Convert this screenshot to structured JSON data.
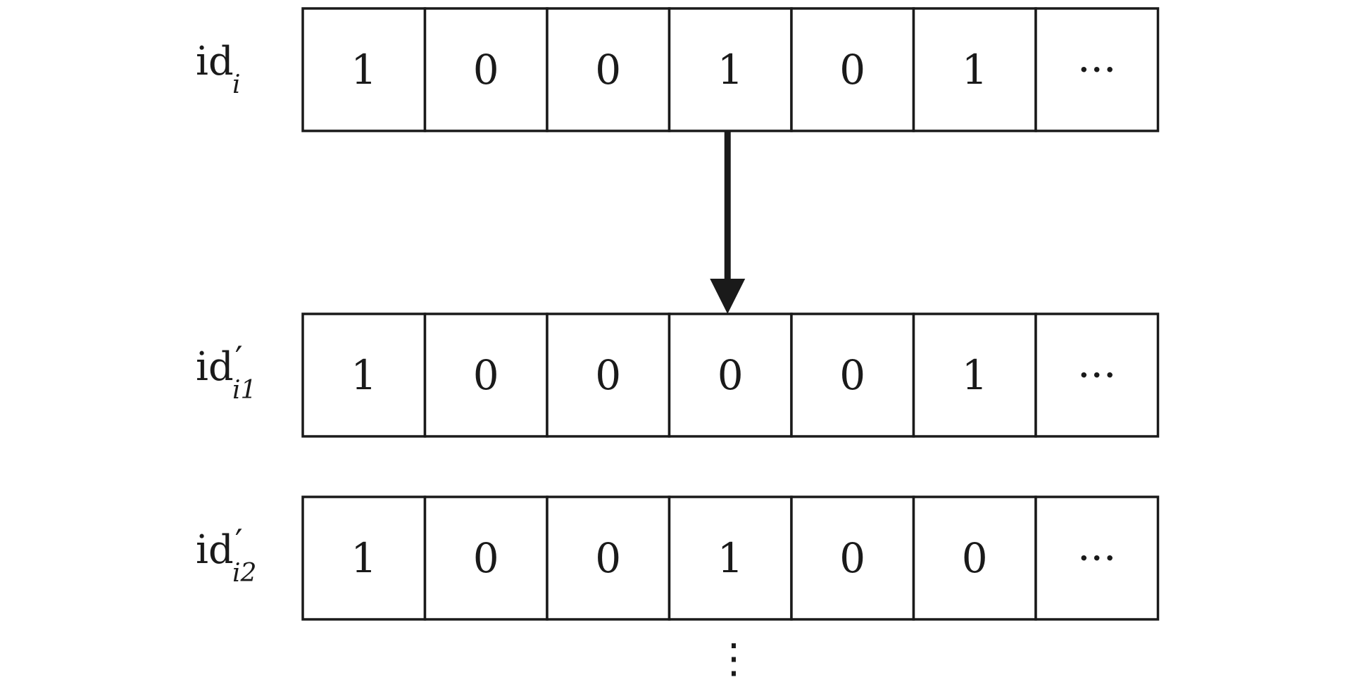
{
  "rows": [
    {
      "label": {
        "main": "id",
        "prime": "",
        "sub": "i"
      },
      "cells": [
        "1",
        "0",
        "0",
        "1",
        "0",
        "1",
        "···"
      ]
    },
    {
      "label": {
        "main": "id",
        "prime": "′",
        "sub": "i1"
      },
      "cells": [
        "1",
        "0",
        "0",
        "0",
        "0",
        "1",
        "···"
      ]
    },
    {
      "label": {
        "main": "id",
        "prime": "′",
        "sub": "i2"
      },
      "cells": [
        "1",
        "0",
        "0",
        "1",
        "0",
        "0",
        "···"
      ]
    }
  ],
  "continuation": "⋮",
  "arrow": {
    "from_row": 0,
    "to_row": 1,
    "cell_index": 3
  },
  "colors": {
    "stroke": "#1a1a1a",
    "background": "#ffffff"
  }
}
